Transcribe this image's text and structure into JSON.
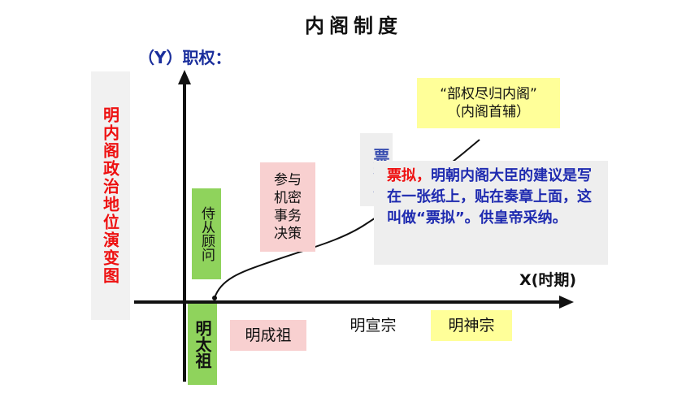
{
  "title": "内阁制度",
  "y_axis_label": "（Y）职权：",
  "x_axis_label": "X(时期)",
  "vertical_title": "明内阁政治地位演变图",
  "stages": {
    "shi_cong": "侍从顾问",
    "can_yu": "参与机密事务决策",
    "piao_ni_partial": "票拟权",
    "quote_line1": "“部权尽归内阁”",
    "quote_line2": "（内阁首辅）"
  },
  "periods": {
    "ming_taizu": "明太祖",
    "ming_chengzu": "明成祖",
    "ming_xuanzong": "明宣宗",
    "ming_shenzong": "明神宗"
  },
  "definition": {
    "term": "票拟，",
    "text": "明朝内阁大臣的建议是写在一张纸上，贴在奏章上面，这叫做“票拟”。供皇帝采纳。"
  },
  "colors": {
    "axis": "#111111",
    "red_text": "#ee1111",
    "blue_text": "#1f2bb0",
    "green_box": "#8fd35c",
    "pink_box": "#f8d0d0",
    "yellow_box": "#ffff99"
  }
}
